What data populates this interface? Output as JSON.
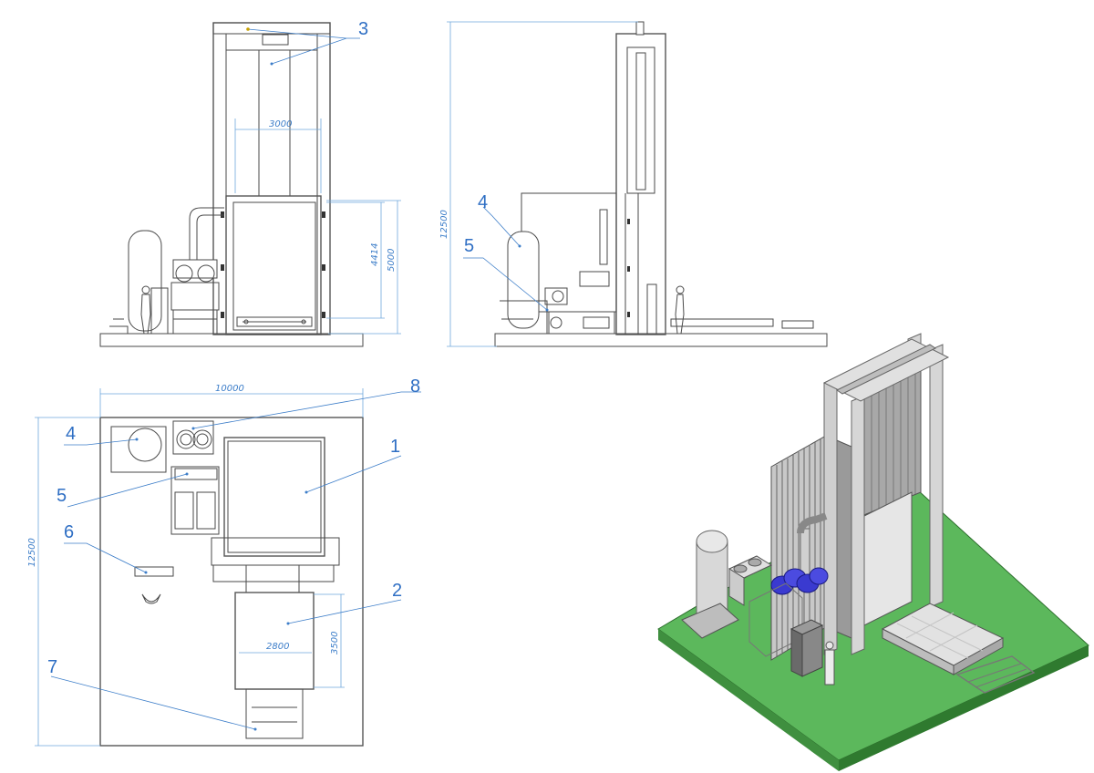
{
  "callouts": {
    "front_3": "3",
    "side_4": "4",
    "side_5": "5",
    "plan_8": "8",
    "plan_4": "4",
    "plan_1": "1",
    "plan_5": "5",
    "plan_6": "6",
    "plan_2": "2",
    "plan_7": "7"
  },
  "dimensions": {
    "front_opening_width": "3000",
    "front_door_height": "4414",
    "front_total_height": "5000",
    "side_total_height": "12500",
    "plan_width": "10000",
    "plan_length": "12500",
    "cart_width": "2800",
    "cart_length": "3500"
  },
  "colors": {
    "dimension": "#3d7ec9",
    "ground": "#5cb85c",
    "pump_blue": "#3a3ad0",
    "line": "#4a4a4a"
  }
}
